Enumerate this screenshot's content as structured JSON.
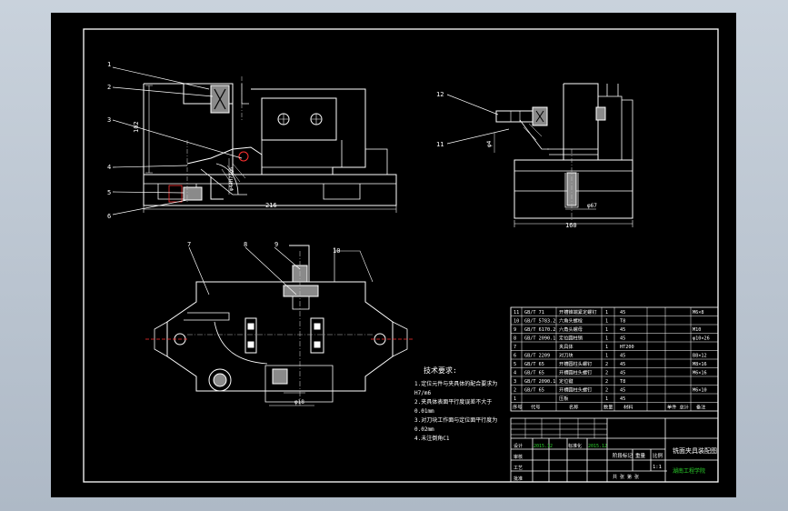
{
  "colors": {
    "background": "#b9c3cf",
    "canvas": "#000000",
    "line": "#ffffff",
    "hidden": "#bdbdbd",
    "grey_part": "#8a8a8a",
    "green": "#2bd42b",
    "red": "#ff3030"
  },
  "callouts": [
    "1",
    "2",
    "3",
    "4",
    "5",
    "6",
    "7",
    "8",
    "9",
    "10",
    "11",
    "12"
  ],
  "dimensions": {
    "height_left": "102",
    "width_left": "216",
    "dia_left": "φ44H7/g6",
    "dia_right": "φ4",
    "hole_right": "φ67",
    "width_right": "160",
    "dia_bottom": "φ18",
    "r_right": "φ"
  },
  "tech_requirements": {
    "title": "技术要求:",
    "lines": [
      "1.定位元件与夹具体的配合要求为",
      "  H7/m6",
      "2.夹具体表面平行度误差不大于",
      "  0.01mm",
      "3.对刀块工作面与定位面平行度为",
      "  0.02mm",
      "4.未注倒角C1"
    ]
  },
  "bom": [
    {
      "std": "GB/T 71",
      "name": "开槽锥端紧定螺钉",
      "qty": "1",
      "mat": "45",
      "note": "M6×8"
    },
    {
      "std": "GB/T 5783.2",
      "name": "六角头螺栓",
      "qty": "1",
      "mat": "T8",
      "note": ""
    },
    {
      "std": "GB/T 6170.2",
      "name": "六角头螺母",
      "qty": "1",
      "mat": "45",
      "note": "M10"
    },
    {
      "std": "GB/T 2090.1",
      "name": "定位圆柱销",
      "qty": "1",
      "mat": "45",
      "note": "φ10×26"
    },
    {
      "std": "",
      "name": "夹具体",
      "qty": "1",
      "mat": "HT200",
      "note": ""
    },
    {
      "std": "GB/T 2209",
      "name": "对刀块",
      "qty": "1",
      "mat": "45",
      "note": "B8×12"
    },
    {
      "std": "GB/T 65",
      "name": "开槽圆柱头螺钉",
      "qty": "2",
      "mat": "45",
      "note": "M8×16"
    },
    {
      "std": "GB/T 65",
      "name": "开槽圆柱头螺钉",
      "qty": "2",
      "mat": "45",
      "note": "M6×16"
    },
    {
      "std": "GB/T 2090.1",
      "name": "定位键",
      "qty": "2",
      "mat": "T8",
      "note": ""
    },
    {
      "std": "GB/T 65",
      "name": "开槽圆柱头螺钉",
      "qty": "2",
      "mat": "45",
      "note": "M6×10"
    },
    {
      "std": "",
      "name": "压板",
      "qty": "1",
      "mat": "45",
      "note": ""
    }
  ],
  "bom_header": {
    "seq": "序号",
    "code": "代号",
    "name": "名称",
    "qty": "数量",
    "mat": "材料",
    "mass": "单件 总计",
    "note": "备注"
  },
  "title_block": {
    "drawing_name": "铣面夹具装配图",
    "school": "湖南工程学院",
    "scale_label": "比例",
    "scale": "1:1",
    "stage_label": "阶段标记",
    "weight_label": "重量",
    "designer": "设计",
    "checker": "审核",
    "craft": "工艺",
    "approve": "批准",
    "standard": "标准化",
    "sign_green_1": "2015.12",
    "sign_green_2": "2015.12",
    "sheet": "共 张 第 张"
  }
}
